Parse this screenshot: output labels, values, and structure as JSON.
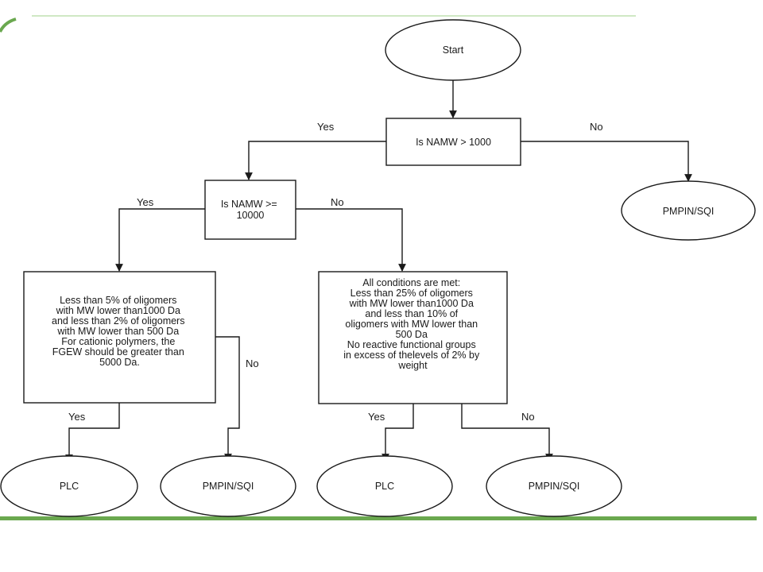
{
  "theme": {
    "accent_green": "#6aa84f",
    "top_line_green": "#cfe8c4",
    "stroke": "#1a1a1a"
  },
  "nodes": {
    "start": {
      "label": "Start"
    },
    "q1": {
      "lines": [
        "Is NAMW > 1000"
      ]
    },
    "q2": {
      "lines": [
        "Is NAMW >=",
        "10000"
      ]
    },
    "out_right": {
      "label": "PMPIN/SQI"
    },
    "cond_left": {
      "lines": [
        "Less than 5% of oligomers",
        "with MW lower than1000 Da",
        "and less than 2% of oligomers",
        "with MW lower than 500 Da",
        "",
        "For cationic polymers, the",
        "FGEW should be greater than",
        "5000 Da."
      ]
    },
    "cond_right": {
      "lines": [
        "All conditions are met:",
        "",
        "Less than 25% of oligomers",
        "with MW lower than1000 Da",
        "and less than 10% of",
        "oligomers with MW lower than",
        "500 Da",
        "",
        "No reactive functional groups",
        "in excess of thelevels of 2% by",
        "weight"
      ]
    },
    "out1": {
      "label": "PLC"
    },
    "out2": {
      "label": "PMPIN/SQI"
    },
    "out3": {
      "label": "PLC"
    },
    "out4": {
      "label": "PMPIN/SQI"
    }
  },
  "edges": {
    "q1_yes": "Yes",
    "q1_no": "No",
    "q2_yes": "Yes",
    "q2_no": "No",
    "c1_yes": "Yes",
    "c1_no": "No",
    "c2_yes": "Yes",
    "c2_no": "No"
  }
}
